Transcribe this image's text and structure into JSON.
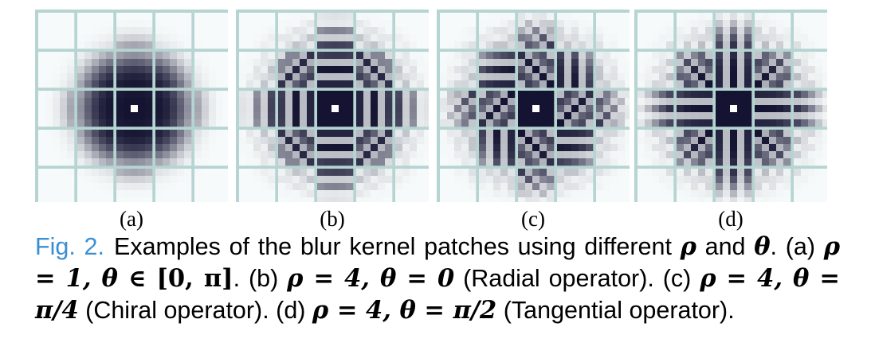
{
  "panels": [
    {
      "label": "(a)",
      "mode": "full",
      "theta": 0
    },
    {
      "label": "(b)",
      "mode": "oriented",
      "theta": 0
    },
    {
      "label": "(c)",
      "mode": "oriented",
      "theta": 0.7854
    },
    {
      "label": "(d)",
      "mode": "oriented",
      "theta": 1.5708
    }
  ],
  "colors": {
    "border": "#b5d4d2",
    "dark": "#141432",
    "light": "#f7fafa",
    "center": "#ffffff",
    "fig": "#3a8fd3"
  },
  "caption": {
    "fig_label": "Fig. 2.",
    "intro": "Examples of the blur kernel patches using different ",
    "rho": "ρ",
    "and": " and ",
    "theta": "θ",
    "period": ".",
    "a_prefix": "(a) ",
    "a_math": "ρ = 1, θ ∈ ",
    "a_interval": "[0, π]",
    "a_suffix": ". (b) ",
    "b_math": "ρ = 4, θ = 0",
    "b_suffix": " (Radial operator). (c) ",
    "c_math": "ρ = 4, θ = π/4",
    "c_suffix": " (Chiral operator). (d) ",
    "d_math": "ρ = 4, θ = π/2",
    "d_suffix": " (Tangential operator)."
  }
}
